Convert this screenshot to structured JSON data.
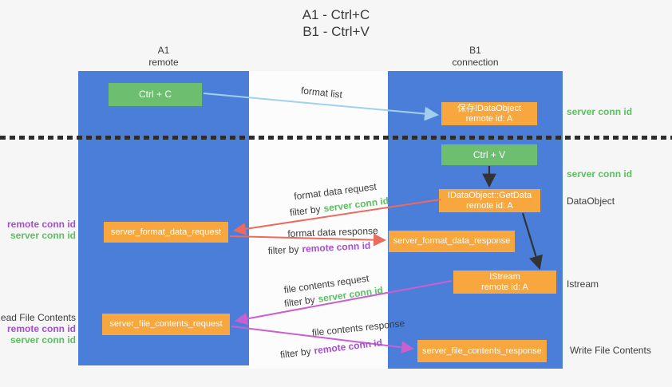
{
  "colors": {
    "lane_blue": "#4a7ed8",
    "box_orange": "#f8a73e",
    "box_green": "#6dbe6f",
    "green_text": "#5cbf60",
    "purple_text": "#a44fcd",
    "red_arrow": "#ec6a5e",
    "magenta_arrow": "#c95fd0",
    "light_blue_arrow": "#9fd0ee",
    "black_arrow": "#333333"
  },
  "title": {
    "line1": "A1 - Ctrl+C",
    "line2": "B1 - Ctrl+V"
  },
  "lanes": {
    "left": {
      "header_line1": "A1",
      "header_line2": "remote"
    },
    "right": {
      "header_line1": "B1",
      "header_line2": "connection"
    }
  },
  "nodes": {
    "ctrl_c": "Ctrl + C",
    "save_idataobject_line1": "保存IDataObject",
    "save_idataobject_line2": "remote id: A",
    "ctrl_v": "Ctrl + V",
    "getdata_line1": "IDataObject::GetData",
    "getdata_line2": "remote id: A",
    "format_request": "server_format_data_request",
    "format_response": "server_format_data_response",
    "istream_line1": "IStream",
    "istream_line2": "remote id: A",
    "file_request": "server_file_contents_request",
    "file_response": "server_file_contents_response"
  },
  "flow_labels": {
    "format_list": "format list",
    "format_data_request": "format data request",
    "format_data_response": "format data response",
    "file_contents_request": "file contents request",
    "file_contents_response": "file contents response",
    "filter_by": "filter by",
    "server_conn_id": "server conn id",
    "remote_conn_id": "remote conn id"
  },
  "side_labels": {
    "server_conn_id_top": "server conn id",
    "server_conn_id_middle": "server conn id",
    "dataobject": "DataObject",
    "istream": "Istream",
    "write_file_contents": "Write File Contents",
    "read_file_contents": "Read File Contents",
    "remote_conn_id_format": "remote conn id",
    "server_conn_id_format": "server conn id",
    "remote_conn_id_file": "remote conn id",
    "server_conn_id_file": "server conn id"
  }
}
